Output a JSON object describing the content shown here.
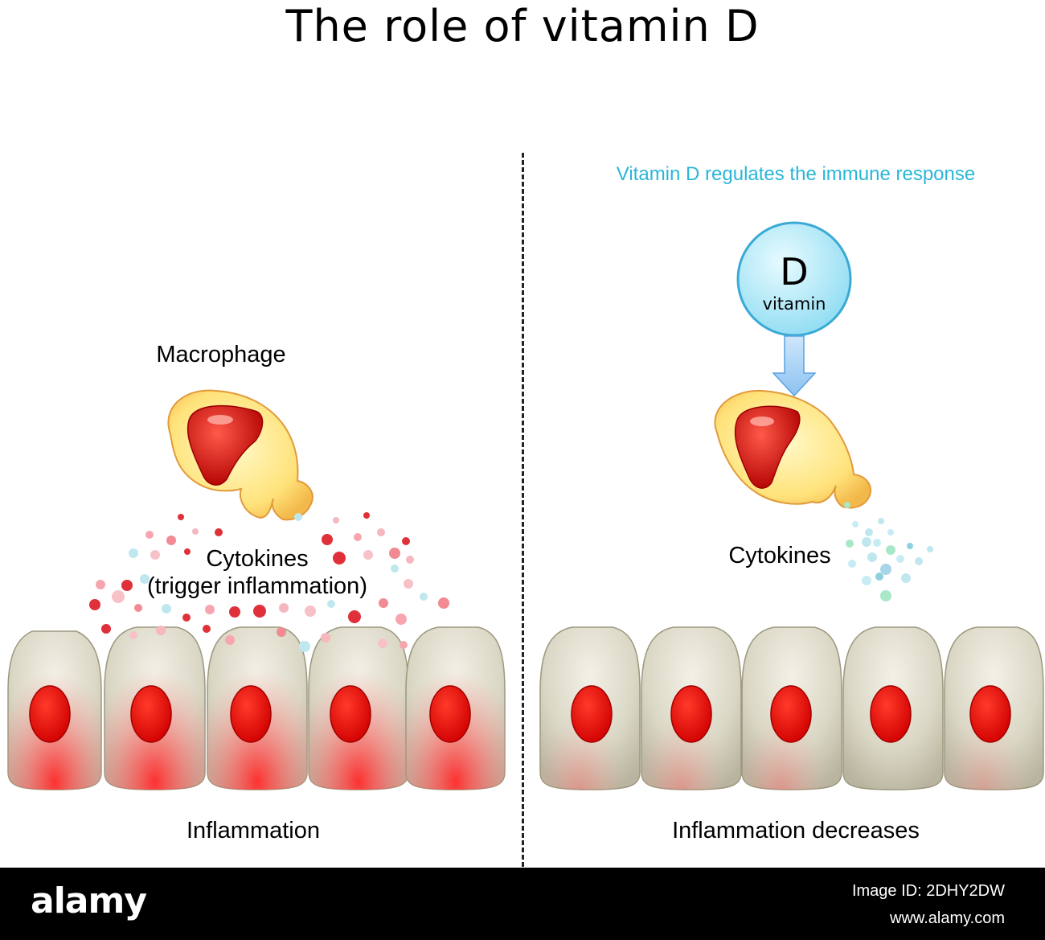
{
  "title": "The role of vitamin D",
  "left_panel": {
    "macrophage_label": "Macrophage",
    "cytokines_label": "Cytokines",
    "cytokines_note": "(trigger inflammation)",
    "bottom_label": "Inflammation"
  },
  "right_panel": {
    "subtitle": "Vitamin D regulates the immune response",
    "vitamin_letter": "D",
    "vitamin_word": "vitamin",
    "cytokines_label": "Cytokines",
    "bottom_label": "Inflammation decreases"
  },
  "footer": {
    "brand": "alamy",
    "image_id": "Image ID: 2DHY2DW",
    "url": "www.alamy.com"
  },
  "colors": {
    "subtitle": "#2ab6d8",
    "nucleus": "#e8100c",
    "inflamed": "#ff2a2a",
    "vitamin_circle": "#8fdcf2",
    "arrow": "#a9d3f5"
  }
}
